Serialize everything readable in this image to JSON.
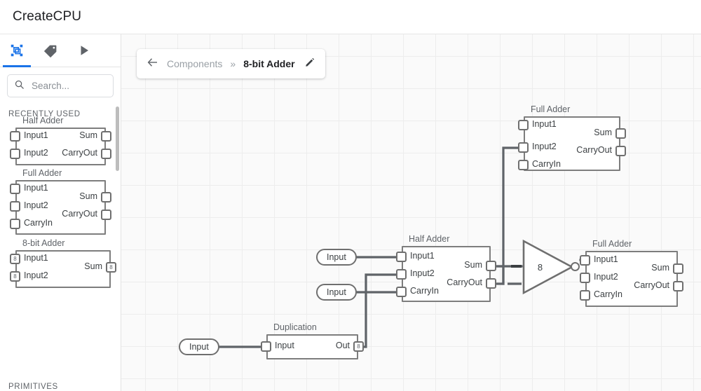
{
  "app": {
    "title": "CreateCPU"
  },
  "sidebar": {
    "tabs": [
      {
        "name": "components-tab",
        "icon": "components-icon",
        "active": true
      },
      {
        "name": "tags-tab",
        "icon": "tag-icon",
        "active": false
      },
      {
        "name": "run-tab",
        "icon": "play-icon",
        "active": false
      }
    ],
    "search": {
      "placeholder": "Search...",
      "value": "",
      "icon": "search-icon"
    },
    "sections": [
      {
        "label": "RECENTLY USED"
      },
      {
        "label": "PRIMITIVES"
      }
    ],
    "palette": [
      {
        "title": "Half Adder",
        "inputs": [
          {
            "label": "Input1",
            "badge": ""
          },
          {
            "label": "Input2",
            "badge": ""
          }
        ],
        "outputs": [
          {
            "label": "Sum",
            "badge": ""
          },
          {
            "label": "CarryOut",
            "badge": ""
          }
        ]
      },
      {
        "title": "Full Adder",
        "inputs": [
          {
            "label": "Input1",
            "badge": ""
          },
          {
            "label": "Input2",
            "badge": ""
          },
          {
            "label": "CarryIn",
            "badge": ""
          }
        ],
        "outputs": [
          {
            "label": "Sum",
            "badge": ""
          },
          {
            "label": "CarryOut",
            "badge": ""
          }
        ]
      },
      {
        "title": "8-bit Adder",
        "inputs": [
          {
            "label": "Input1",
            "badge": "8"
          },
          {
            "label": "Input2",
            "badge": "8"
          }
        ],
        "outputs": [
          {
            "label": "Sum",
            "badge": "8"
          }
        ]
      }
    ]
  },
  "breadcrumb": {
    "back_icon": "arrow-left-icon",
    "parent": "Components",
    "separator": "»",
    "current": "8-bit Adder",
    "edit_icon": "pencil-icon"
  },
  "canvas": {
    "nodes": [
      {
        "id": "full-adder-top",
        "title": "Full Adder",
        "inputs": [
          {
            "label": "Input1",
            "badge": ""
          },
          {
            "label": "Input2",
            "badge": ""
          },
          {
            "label": "CarryIn",
            "badge": ""
          }
        ],
        "outputs": [
          {
            "label": "Sum",
            "badge": ""
          },
          {
            "label": "CarryOut",
            "badge": ""
          }
        ]
      },
      {
        "id": "half-adder-mid",
        "title": "Half Adder",
        "inputs": [
          {
            "label": "Input1",
            "badge": ""
          },
          {
            "label": "Input2",
            "badge": ""
          },
          {
            "label": "CarryIn",
            "badge": ""
          }
        ],
        "outputs": [
          {
            "label": "Sum",
            "badge": ""
          },
          {
            "label": "CarryOut",
            "badge": ""
          }
        ]
      },
      {
        "id": "full-adder-right",
        "title": "Full Adder",
        "inputs": [
          {
            "label": "Input1",
            "badge": ""
          },
          {
            "label": "Input2",
            "badge": ""
          },
          {
            "label": "CarryIn",
            "badge": ""
          }
        ],
        "outputs": [
          {
            "label": "Sum",
            "badge": ""
          },
          {
            "label": "CarryOut",
            "badge": ""
          }
        ]
      },
      {
        "id": "duplication",
        "title": "Duplication",
        "inputs": [
          {
            "label": "Input",
            "badge": ""
          }
        ],
        "outputs": [
          {
            "label": "Out",
            "badge": "8"
          }
        ]
      }
    ],
    "input_pills": [
      {
        "id": "input-pill-1",
        "label": "Input"
      },
      {
        "id": "input-pill-2",
        "label": "Input"
      },
      {
        "id": "input-pill-3",
        "label": "Input"
      }
    ],
    "buffer": {
      "id": "bus-buffer",
      "label": "8"
    }
  },
  "colors": {
    "accent": "#1a73e8",
    "node_border": "#7d7d7d",
    "wire": "#5f6368",
    "canvas_bg": "#fafafa",
    "grid": "#ededed"
  }
}
